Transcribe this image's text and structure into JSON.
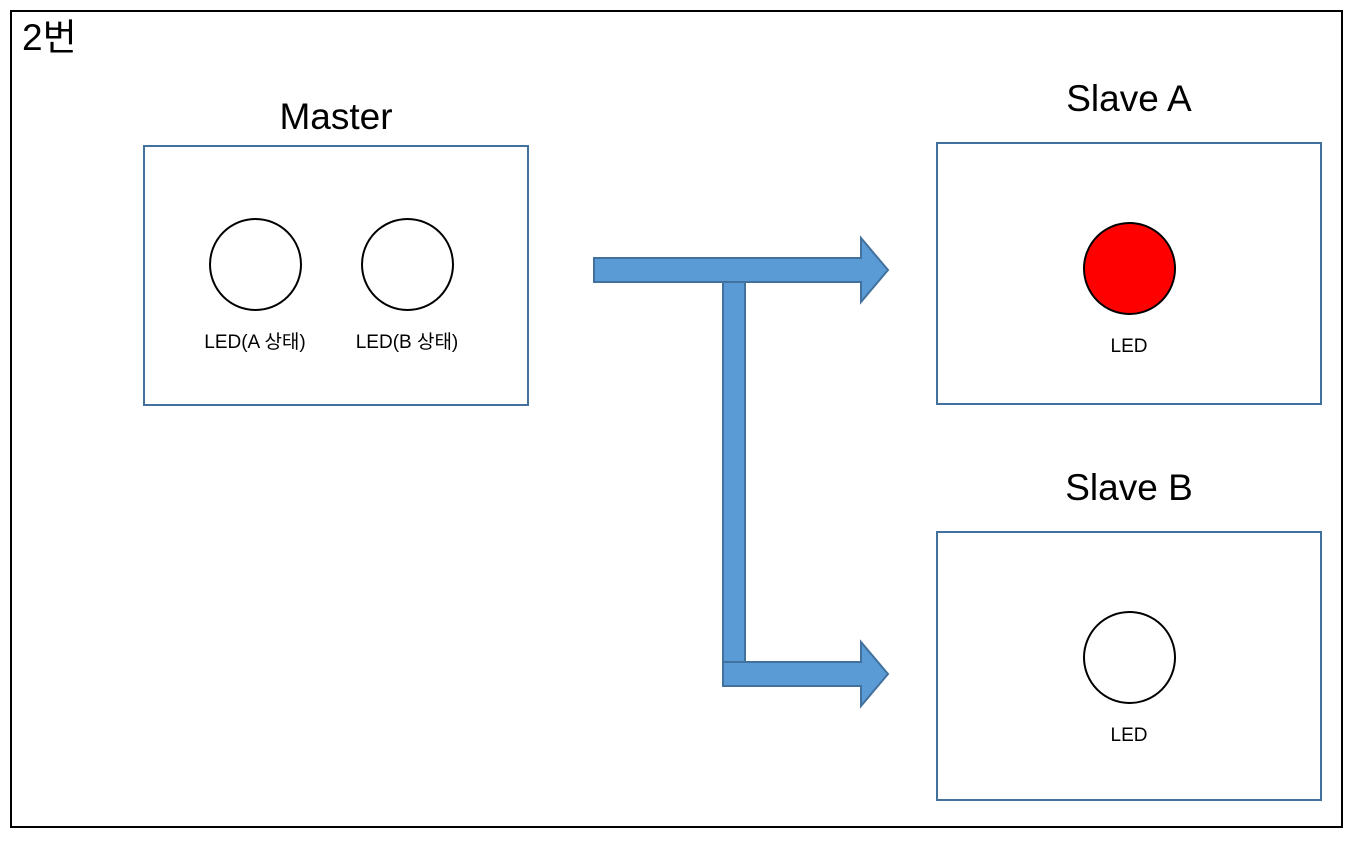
{
  "page": {
    "title": "2번",
    "background_color": "#FFFFFF",
    "frame_color": "#000000"
  },
  "theme": {
    "box_border_color": "#41719C",
    "arrow_fill_color": "#5B9BD5",
    "arrow_border_color": "#41719C",
    "led_on_color": "#FF0000",
    "led_off_color": "#FFFFFF",
    "led_outline_color": "#000000",
    "text_color": "#000000"
  },
  "nodes": {
    "master": {
      "title": "Master",
      "leds": [
        {
          "label": "LED(A 상태)",
          "state": "off",
          "fill": "#FFFFFF"
        },
        {
          "label": "LED(B 상태)",
          "state": "off",
          "fill": "#FFFFFF"
        }
      ]
    },
    "slave_a": {
      "title": "Slave A",
      "leds": [
        {
          "label": "LED",
          "state": "on",
          "fill": "#FF0000"
        }
      ]
    },
    "slave_b": {
      "title": "Slave B",
      "leds": [
        {
          "label": "LED",
          "state": "off",
          "fill": "#FFFFFF"
        }
      ]
    }
  },
  "connectors": [
    {
      "id": "master-to-slave-a",
      "from": "master",
      "to": "slave_a",
      "direction": "right",
      "style": "block-arrow"
    },
    {
      "id": "master-to-slave-b",
      "from": "master",
      "to": "slave_b",
      "direction": "right",
      "style": "block-arrow"
    }
  ]
}
